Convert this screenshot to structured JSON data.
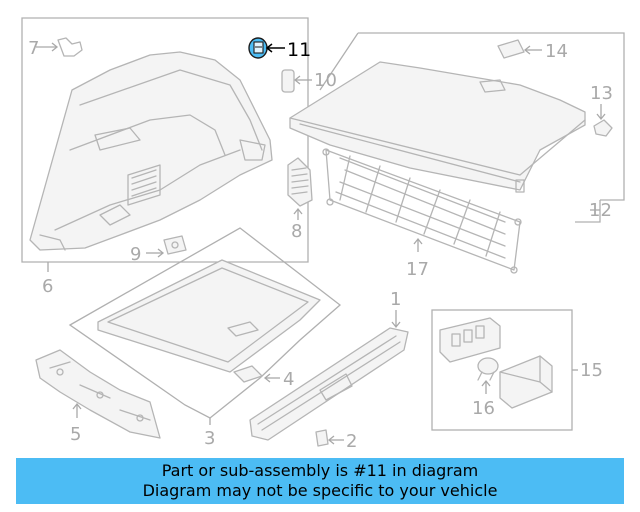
{
  "diagram": {
    "callouts": [
      {
        "id": "1",
        "label": "1"
      },
      {
        "id": "2",
        "label": "2"
      },
      {
        "id": "3",
        "label": "3"
      },
      {
        "id": "4",
        "label": "4"
      },
      {
        "id": "5",
        "label": "5"
      },
      {
        "id": "6",
        "label": "6"
      },
      {
        "id": "7",
        "label": "7"
      },
      {
        "id": "8",
        "label": "8"
      },
      {
        "id": "9",
        "label": "9"
      },
      {
        "id": "10",
        "label": "10"
      },
      {
        "id": "11",
        "label": "11"
      },
      {
        "id": "12",
        "label": "12"
      },
      {
        "id": "13",
        "label": "13"
      },
      {
        "id": "14",
        "label": "14"
      },
      {
        "id": "15",
        "label": "15"
      },
      {
        "id": "16",
        "label": "16"
      },
      {
        "id": "17",
        "label": "17"
      }
    ],
    "highlight_part": "11",
    "highlight_color": "#4cbcf4"
  },
  "banner": {
    "line1": "Part or sub-assembly is #11 in diagram",
    "line2": "Diagram may not be specific to your vehicle",
    "background": "#4cbcf4"
  }
}
